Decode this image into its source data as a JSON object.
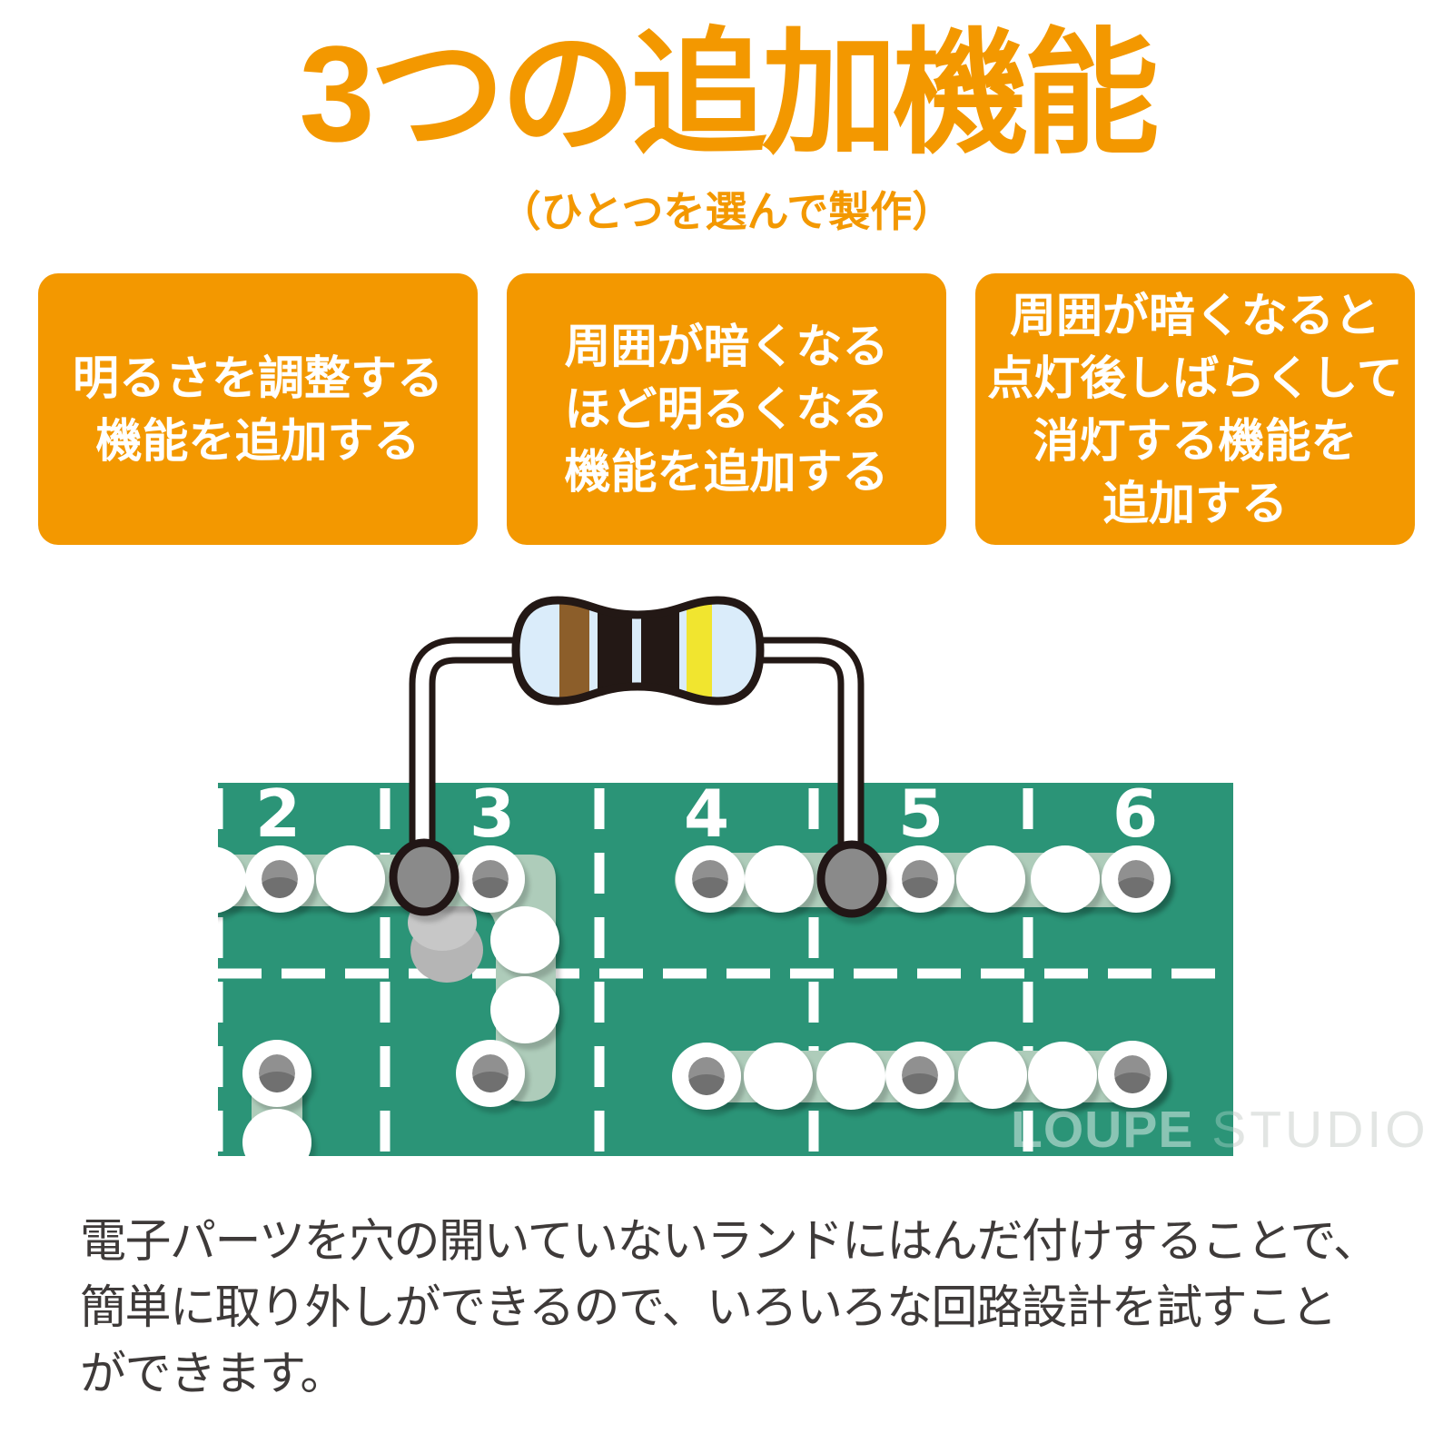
{
  "title": "3つの追加機能",
  "subtitle": "（ひとつを選んで製作）",
  "feature_boxes": [
    {
      "lines": [
        "明るさを調整する",
        "機能を追加する"
      ]
    },
    {
      "lines": [
        "周囲が暗くなる",
        "ほど明るくなる",
        "機能を追加する"
      ]
    },
    {
      "lines": [
        "周囲が暗くなると",
        "点灯後しばらくして",
        "消灯する機能を",
        "追加する"
      ]
    }
  ],
  "illustration": {
    "board_column_labels": [
      "2",
      "3",
      "4",
      "5",
      "6"
    ],
    "watermark_bold": "LOUPE",
    "watermark_light": " STUDIO",
    "colors": {
      "accent_orange": "#F39800",
      "board_green": "#2B9477",
      "trace_light_green": "#AECCBA",
      "pad_white": "#FFFFFF",
      "hole_gray": "#909090",
      "solder_gray": "#8A8A8A",
      "outline_black": "#231815",
      "resistor_body_blue": "#DAECFA",
      "resistor_band_brown": "#8C5E2A",
      "resistor_band_black": "#231815",
      "resistor_band_yellow": "#F1E52F"
    }
  },
  "description_lines": [
    "電子パーツを穴の開いていないランドにはんだ付けすることで、",
    "簡単に取り外しができるので、いろいろな回路設計を試すこと",
    "ができます。"
  ]
}
